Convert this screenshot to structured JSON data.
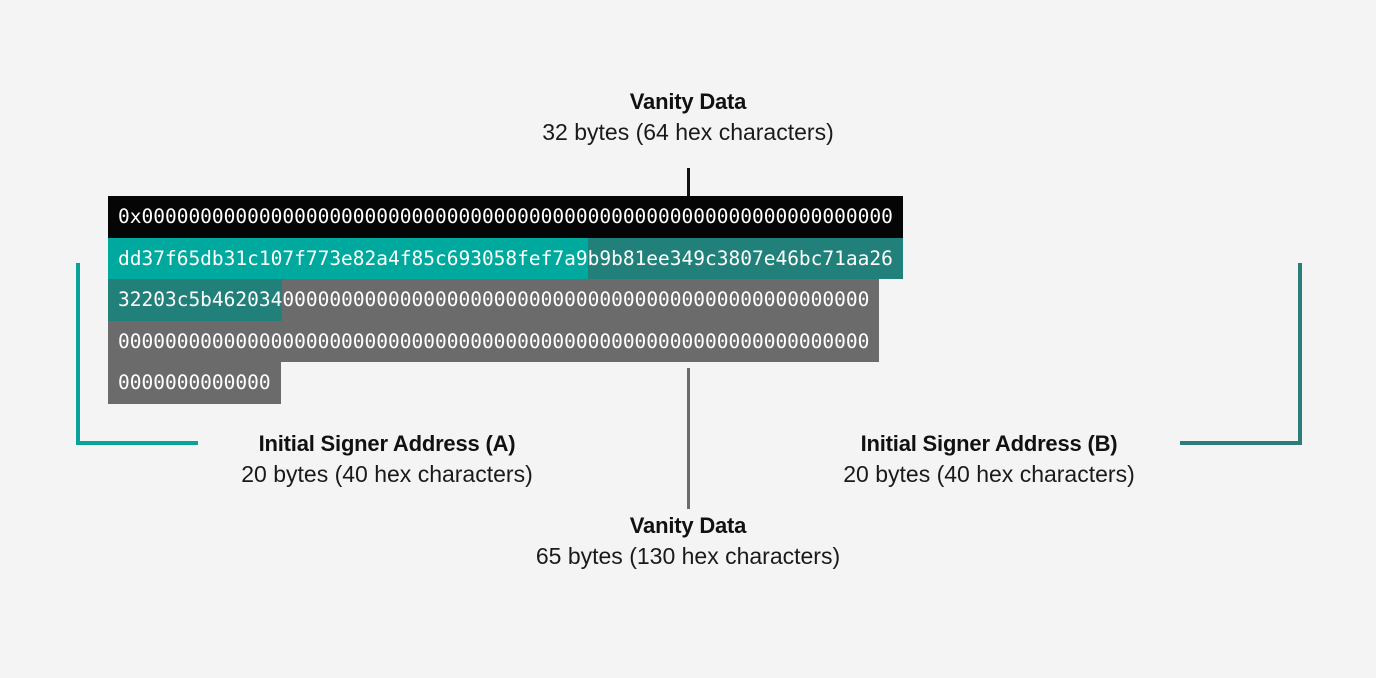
{
  "diagram": {
    "title": "Vanity Data and Initial Signer Address byte layout",
    "background_color": "#f4f4f4",
    "colors": {
      "black": "#050505",
      "teal_bright": "#00a99d",
      "teal_dark": "#22807b",
      "gray": "#6b6b6b",
      "text": "#111111"
    }
  },
  "callouts": {
    "top": {
      "title": "Vanity Data",
      "subtitle": "32 bytes (64 hex characters)"
    },
    "bottom": {
      "title": "Vanity Data",
      "subtitle": "65 bytes (130 hex characters)"
    },
    "left": {
      "title": "Initial Signer Address (A)",
      "subtitle": "20 bytes (40 hex characters)"
    },
    "right": {
      "title": "Initial Signer Address (B)",
      "subtitle": "20 bytes (40 hex characters)"
    }
  },
  "hex_block": {
    "rows": [
      {
        "segments": [
          {
            "text": "0x0000000000000000000000000000000000000000000000000000000000000000",
            "style": "black"
          }
        ]
      },
      {
        "segments": [
          {
            "text": "dd37f65db31c107f773e82a4f85c693058fef7a9",
            "style": "teal_bright"
          },
          {
            "text": "b9b81ee349c3807e46bc71aa26",
            "style": "teal_dark"
          }
        ]
      },
      {
        "segments": [
          {
            "text": "32203c5b462034",
            "style": "teal_dark"
          },
          {
            "text": "00000000000000000000000000000000000000000000000000",
            "style": "gray"
          }
        ]
      },
      {
        "segments": [
          {
            "text": "0000000000000000000000000000000000000000000000000000000000000000",
            "style": "gray"
          }
        ]
      },
      {
        "segments": [
          {
            "text": "0000000000000",
            "style": "gray"
          }
        ]
      }
    ]
  }
}
